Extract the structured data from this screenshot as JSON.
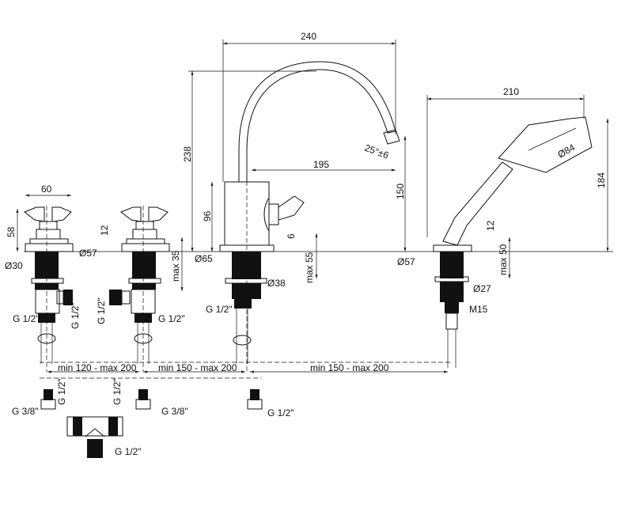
{
  "dimensions": {
    "spout_reach": "240",
    "hand_shower_reach": "210",
    "spout_height": "238",
    "spout_inner_reach": "195",
    "spout_angle": "25°±6",
    "shower_head_dia": "Ø84",
    "spout_outlet_height": "150",
    "shower_height": "184",
    "body_height": "96",
    "lever_offset": "6",
    "shower_base_height": "12",
    "handle_width": "60",
    "handle_height": "58",
    "handle_base_height": "12",
    "valve_flange_dia": "Ø57",
    "valve_shank_dia": "Ø30",
    "valve_max_deck": "max 35",
    "spout_flange_dia": "Ø65",
    "spout_max_deck": "max 55",
    "spout_shank_dia": "Ø38",
    "shower_flange_dia": "Ø57",
    "shower_max_deck": "max 50",
    "shower_shank_dia": "Ø27",
    "shower_thread": "M15",
    "valve1_inlet": "G 1/2\"",
    "valve1_outlet": "G 1/2\"",
    "valve2_outlet": "G 1/2\"",
    "valve2_inlet": "G 1/2\"",
    "spout_inlet": "G 1/2\"",
    "spacing_1": "min 120 - max 200",
    "spacing_2": "min 150 - max 200",
    "spacing_3": "min 150 - max 200",
    "hose1_connector": "G 3/8\"",
    "tee_left": "G 1/2\"",
    "tee_right": "G 1/2\"",
    "hose2_connector": "G 3/8\"",
    "hose3_connector": "G 1/2\"",
    "tee_bottom": "G 1/2\""
  }
}
